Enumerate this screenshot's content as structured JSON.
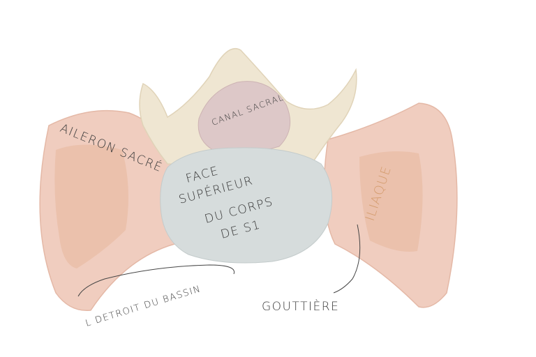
{
  "labels": {
    "aileron": "AILERON SACRÉ",
    "canal": "CANAL SACRAL",
    "face_line1": "FACE",
    "face_line2": "SUPÉRIEUR",
    "face_line3": "DU CORPS",
    "face_line4": "DE S1",
    "iliaque": "ILIAQUE",
    "detroit": "L DETROIT DU BASSIN",
    "gouttiere": "GOUTTIÈRE"
  },
  "colors": {
    "wing": "#f0cdbf",
    "wing_inner": "#e8b89c",
    "vertebra": "#efe6d2",
    "canal": "#ddc8c8",
    "body_face": "#d6dcdc",
    "iliaque_text": "#d39b6c",
    "line": "#444444"
  }
}
